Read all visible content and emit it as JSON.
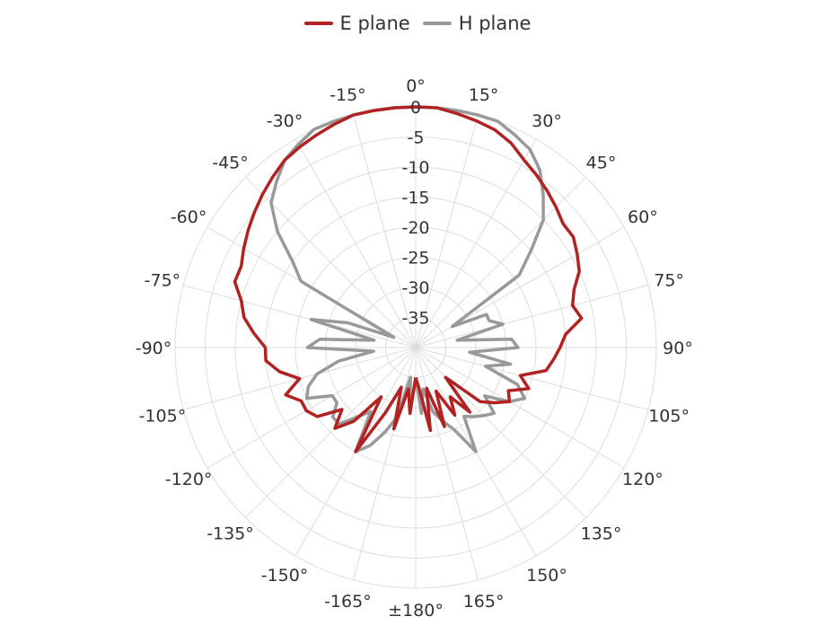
{
  "chart_data": {
    "type": "line",
    "subtype": "polar",
    "radial_axis": {
      "range": [
        -40,
        0
      ],
      "tick_values": [
        0,
        -5,
        -10,
        -15,
        -20,
        -25,
        -30,
        -35
      ],
      "tick_labels": [
        "0",
        "-5",
        "-10",
        "-15",
        "-20",
        "-25",
        "-30",
        "-35"
      ]
    },
    "angular_axis": {
      "direction": "clockwise",
      "zero": "top",
      "step_deg": 15,
      "tick_labels": [
        "0°",
        "15°",
        "30°",
        "45°",
        "60°",
        "75°",
        "90°",
        "105°",
        "120°",
        "135°",
        "150°",
        "165°",
        "±180°",
        "-165°",
        "-150°",
        "-135°",
        "-120°",
        "-105°",
        "-90°",
        "-75°",
        "-60°",
        "-45°",
        "-30°",
        "-15°"
      ]
    },
    "grid": true,
    "legend_position": "top",
    "series": [
      {
        "name": "E plane",
        "color": "#b22222",
        "theta_deg": [
          -180,
          -175,
          -170,
          -165,
          -160,
          -155,
          -150,
          -145,
          -140,
          -135,
          -130,
          -125,
          -120,
          -115,
          -110,
          -105,
          -100,
          -95,
          -90,
          -85,
          -80,
          -75,
          -70,
          -65,
          -60,
          -55,
          -50,
          -45,
          -40,
          -35,
          -30,
          -25,
          -20,
          -15,
          -10,
          -5,
          0,
          5,
          10,
          15,
          20,
          25,
          30,
          35,
          40,
          45,
          50,
          55,
          60,
          65,
          70,
          75,
          80,
          85,
          90,
          95,
          100,
          105,
          110,
          115,
          120,
          125,
          130,
          135,
          140,
          145,
          150,
          155,
          160,
          165,
          170,
          175,
          180
        ],
        "r_db": [
          -35,
          -29,
          -33,
          -26,
          -33,
          -28,
          -20,
          -30,
          -24,
          -21,
          -24,
          -20,
          -19,
          -19,
          -17,
          -20,
          -17,
          -15,
          -15,
          -13,
          -11,
          -10,
          -8,
          -8,
          -7,
          -6,
          -5,
          -4,
          -3,
          -2,
          -1.5,
          -1,
          -0.5,
          0,
          0,
          0,
          0,
          0,
          -0.5,
          -1,
          -1.5,
          -2.5,
          -4,
          -5,
          -6,
          -7,
          -8,
          -8,
          -9,
          -10,
          -12,
          -13,
          -12,
          -15,
          -16,
          -17,
          -18,
          -22,
          -20,
          -23,
          -22,
          -24,
          -26,
          -33,
          -26,
          -30,
          -27,
          -32,
          -26,
          -33,
          -26,
          -33,
          -35
        ]
      },
      {
        "name": "H plane",
        "color": "#999999",
        "theta_deg": [
          -180,
          -175,
          -170,
          -165,
          -160,
          -155,
          -150,
          -145,
          -140,
          -135,
          -130,
          -125,
          -120,
          -115,
          -110,
          -105,
          -100,
          -95,
          -90,
          -85,
          -80,
          -75,
          -70,
          -65,
          -60,
          -55,
          -50,
          -45,
          -40,
          -35,
          -30,
          -25,
          -20,
          -15,
          -10,
          -5,
          0,
          5,
          10,
          15,
          20,
          25,
          30,
          35,
          40,
          45,
          50,
          55,
          60,
          65,
          70,
          75,
          80,
          85,
          90,
          95,
          100,
          105,
          110,
          115,
          120,
          125,
          130,
          135,
          140,
          145,
          150,
          155,
          160,
          165,
          170,
          175,
          180
        ],
        "r_db": [
          -35,
          -29,
          -35,
          -28,
          -25,
          -22,
          -20,
          -27,
          -25,
          -22,
          -22,
          -24,
          -24,
          -20,
          -21,
          -23,
          -27,
          -33,
          -22,
          -24,
          -33,
          -22,
          -28,
          -36,
          -18,
          -15,
          -10,
          -6,
          -4,
          -2,
          -1,
          0,
          0,
          0,
          0,
          0,
          0,
          0,
          0,
          0,
          0,
          -1,
          -2,
          -4,
          -7,
          -10,
          -15,
          -19,
          -33,
          -27,
          -27,
          -25,
          -33,
          -24,
          -23,
          -31,
          -24,
          -28,
          -22,
          -20,
          -22,
          -26,
          -23,
          -24,
          -25,
          -26,
          -20,
          -25,
          -27,
          -29,
          -33,
          -29,
          -35
        ]
      }
    ]
  }
}
